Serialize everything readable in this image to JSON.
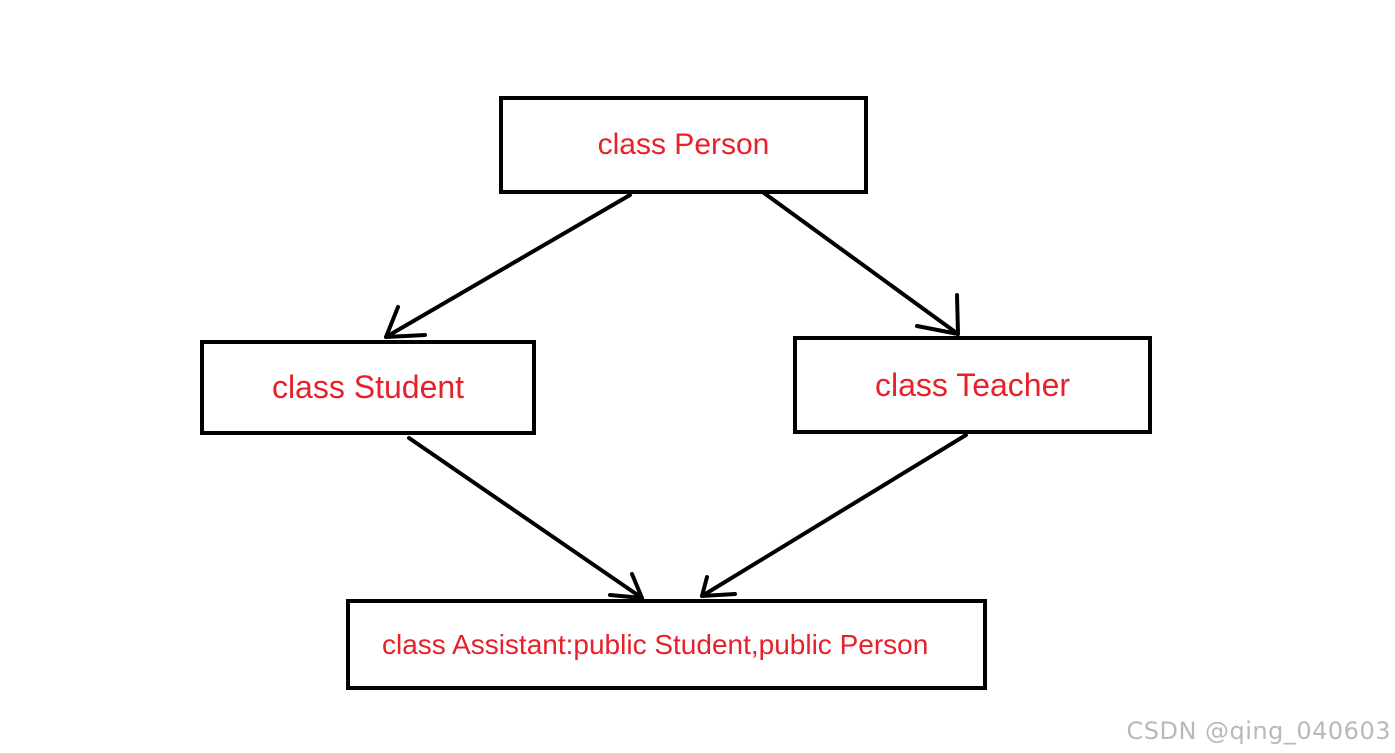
{
  "diagram": {
    "nodes": {
      "person": "class Person",
      "student": "class Student",
      "teacher": "class Teacher",
      "assistant": "class Assistant:public Student,public Person"
    },
    "edges": [
      {
        "from": "person",
        "to": "student"
      },
      {
        "from": "person",
        "to": "teacher"
      },
      {
        "from": "student",
        "to": "assistant"
      },
      {
        "from": "teacher",
        "to": "assistant"
      }
    ]
  },
  "watermark": "CSDN @qing_040603",
  "colors": {
    "node_text": "#e8202a",
    "border": "#000000",
    "watermark": "#b9b9b9"
  }
}
